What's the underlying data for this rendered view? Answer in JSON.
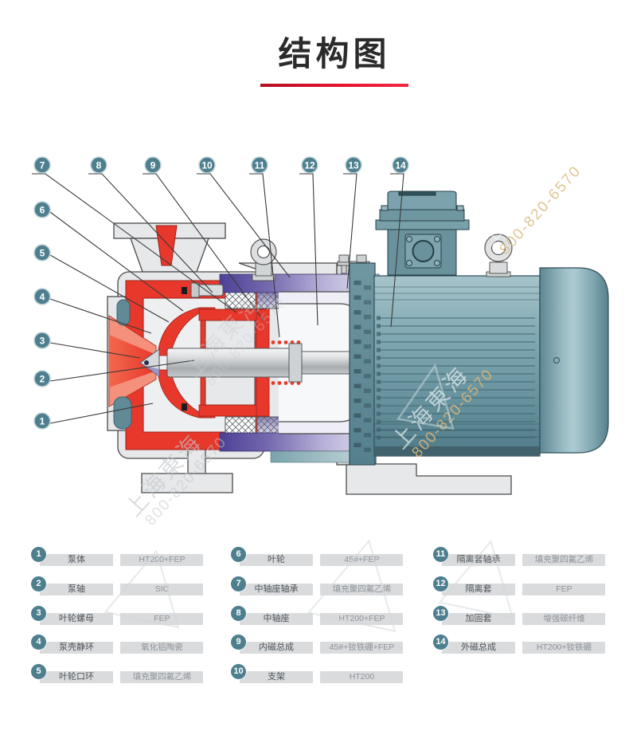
{
  "title": "结构图",
  "watermarks": {
    "company": "上海東海",
    "phone": "800-820-6570"
  },
  "diagram": {
    "type": "pump-cross-section",
    "callout_numbers": [
      "1",
      "2",
      "3",
      "4",
      "5",
      "6",
      "7",
      "8",
      "9",
      "10",
      "11",
      "12",
      "13",
      "14"
    ]
  },
  "parts": {
    "columns": [
      [
        {
          "no": "1",
          "name": "泵体",
          "material": "HT200+FEP"
        },
        {
          "no": "2",
          "name": "泵轴",
          "material": "SIC"
        },
        {
          "no": "3",
          "name": "叶轮螺母",
          "material": "FEP"
        },
        {
          "no": "4",
          "name": "泵壳静环",
          "material": "氧化铝陶瓷"
        },
        {
          "no": "5",
          "name": "叶轮口环",
          "material": "填充聚四氟乙烯"
        }
      ],
      [
        {
          "no": "6",
          "name": "叶轮",
          "material": "45#+FEP"
        },
        {
          "no": "7",
          "name": "中轴座轴承",
          "material": "填充聚四氟乙烯"
        },
        {
          "no": "8",
          "name": "中轴座",
          "material": "HT200+FEP"
        },
        {
          "no": "9",
          "name": "内磁总成",
          "material": "45#+钕铁硼+FEP"
        },
        {
          "no": "10",
          "name": "支架",
          "material": "HT200"
        }
      ],
      [
        {
          "no": "11",
          "name": "隔离套轴承",
          "material": "填充聚四氟乙烯"
        },
        {
          "no": "12",
          "name": "隔离套",
          "material": "FEP"
        },
        {
          "no": "13",
          "name": "加固套",
          "material": "增强碳纤维"
        },
        {
          "no": "14",
          "name": "外磁总成",
          "material": "HT200+钕铁硼"
        }
      ]
    ]
  },
  "colors": {
    "title_underline_red": "#e8122d",
    "callout_teal": "#4e7f8e",
    "part_red": "#e8382c",
    "magnet_purple": "#4c4196",
    "motor_teal": "#6f98a3",
    "casing_gray": "#e6e8ea",
    "table_bar_gray": "#d9dbdd"
  }
}
